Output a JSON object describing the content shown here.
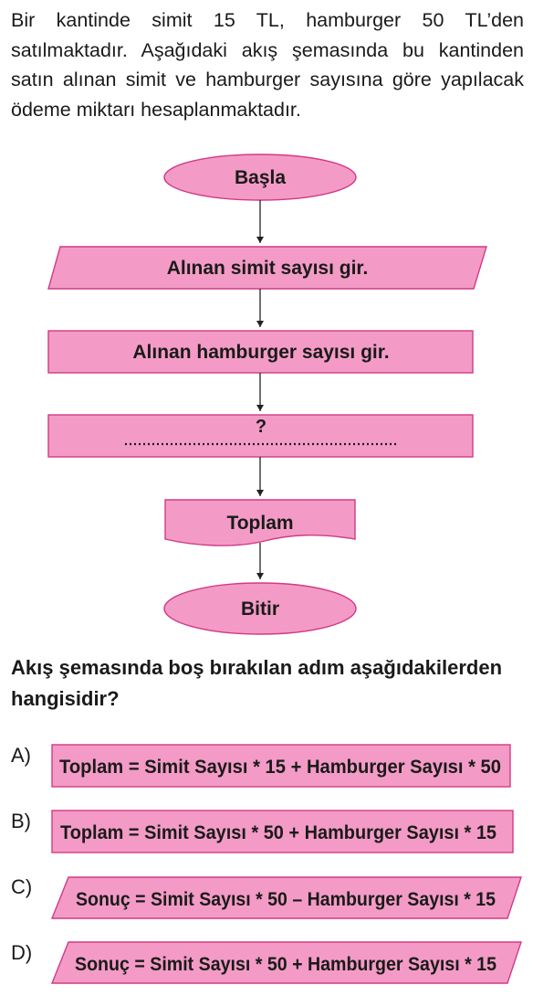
{
  "intro": "Bir kantinde simit 15 TL, hamburger 50 TL’den satılmaktadır. Aşağıdaki akış şemasında bu kantinden satın alınan simit ve hamburger sayısına göre yapılacak ödeme miktarı hesaplanmaktadır.",
  "flowchart": {
    "start": "Başla",
    "input_simit": "Alınan simit sayısı gir.",
    "input_hamburger": "Alınan hamburger sayısı gir.",
    "missing_mark": "?",
    "output": "Toplam",
    "end": "Bitir"
  },
  "question": "Akış şemasında boş bırakılan adım aşağıdakilerden hangisidir?",
  "options": [
    {
      "letter": "A)",
      "text": "Toplam = Simit Sayısı * 15 + Hamburger Sayısı * 50"
    },
    {
      "letter": "B)",
      "text": "Toplam = Simit Sayısı * 50 + Hamburger Sayısı * 15"
    },
    {
      "letter": "C)",
      "text": "Sonuç = Simit Sayısı * 50 – Hamburger Sayısı * 15"
    },
    {
      "letter": "D)",
      "text": "Sonuç = Simit Sayısı * 50 + Hamburger Sayısı * 15"
    }
  ],
  "colors": {
    "fill": "#f39bc6",
    "stroke": "#d23a86"
  }
}
